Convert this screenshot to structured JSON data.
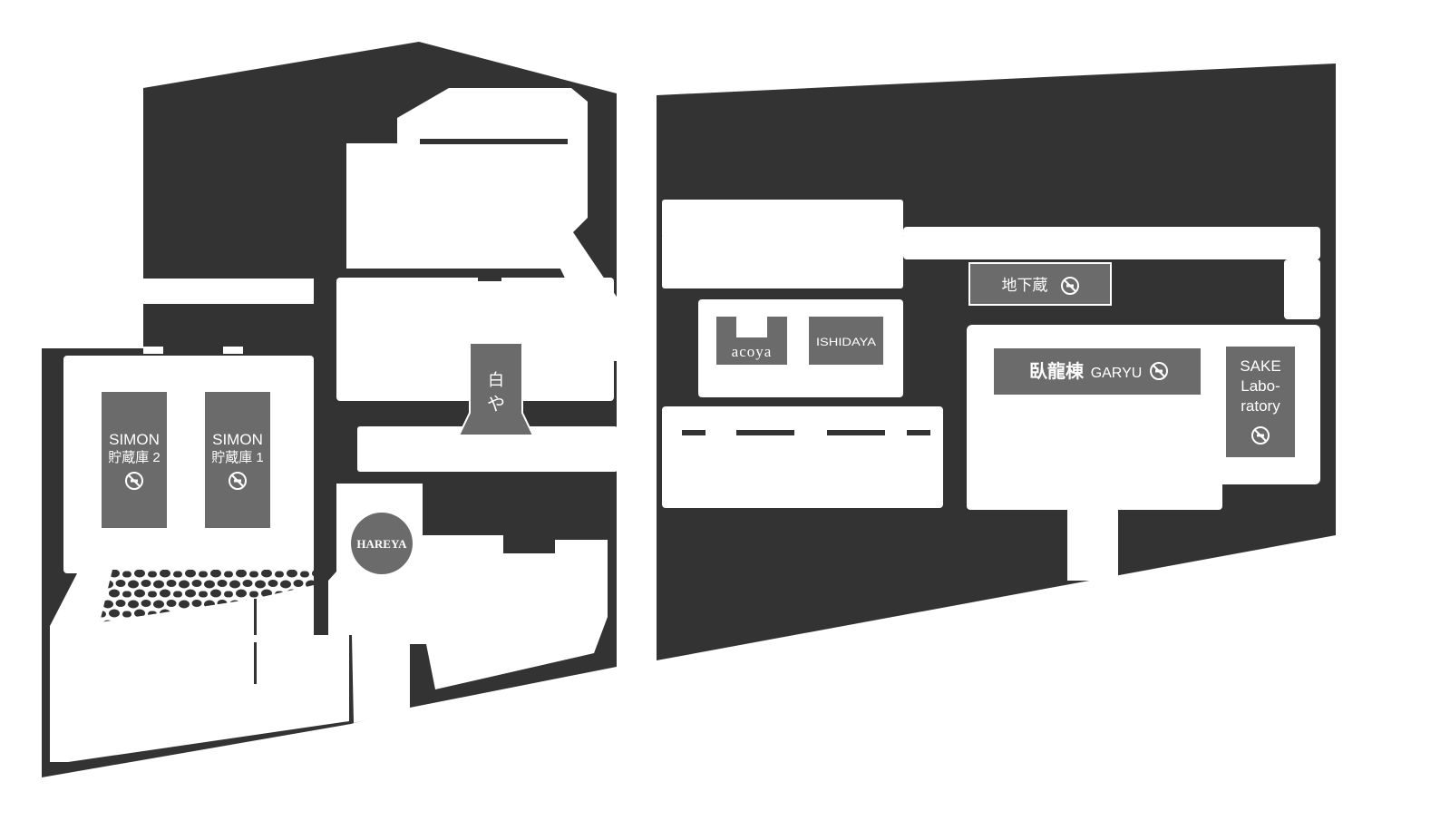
{
  "colors": {
    "building": "#333333",
    "shop": "#6b6b6b",
    "walkway": "#ffffff",
    "text": "#ffffff"
  },
  "shops": {
    "simon2": {
      "line1": "SIMON",
      "line2": "貯蔵庫 2",
      "icon": "no-smoking-icon"
    },
    "simon1": {
      "line1": "SIMON",
      "line2": "貯蔵庫 1",
      "icon": "no-smoking-icon"
    },
    "shiroya": {
      "line1": "白",
      "line2": "や"
    },
    "hareya": {
      "label": "HAREYA"
    },
    "acoya": {
      "label": "acoya"
    },
    "ishidaya": {
      "label": "ISHIDAYA"
    },
    "chikagura": {
      "label": "地下蔵",
      "icon": "no-smoking-icon"
    },
    "garyu": {
      "label_jp": "臥龍棟",
      "label_en": "GARYU",
      "icon": "no-smoking-icon"
    },
    "sake_lab": {
      "line1": "SAKE",
      "line2": "Labo-",
      "line3": "ratory",
      "icon": "no-smoking-icon"
    }
  }
}
